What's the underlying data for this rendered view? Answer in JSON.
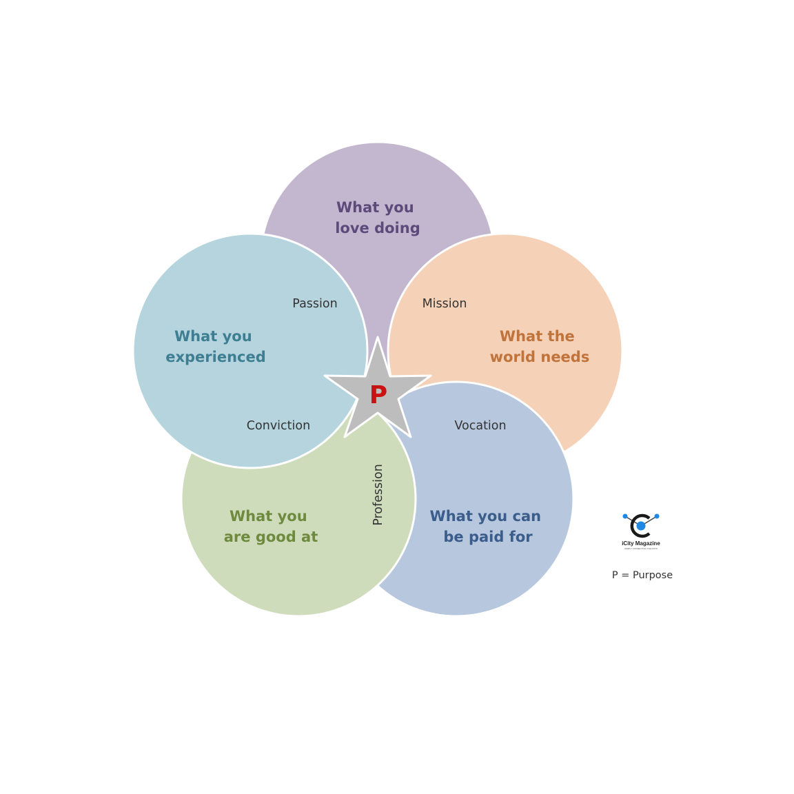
{
  "circles": {
    "love": {
      "line1": "What you",
      "line2": "love doing",
      "fill": "#b3a2c2",
      "text_color": "#5e4a7a"
    },
    "world": {
      "line1": "What the",
      "line2": "world needs",
      "fill": "#f1c5a3",
      "text_color": "#c0733a"
    },
    "paid": {
      "line1": "What you can",
      "line2": "be paid for",
      "fill": "#a3b8d6",
      "text_color": "#3a5d8c"
    },
    "good": {
      "line1": "What you",
      "line2": "are good at",
      "fill": "#c2d3a8",
      "text_color": "#6d8a3e"
    },
    "experienced": {
      "line1": "What you",
      "line2": "experienced",
      "fill": "#a1c9d6",
      "text_color": "#3d7e92"
    }
  },
  "overlaps": {
    "passion": "Passion",
    "mission": "Mission",
    "vocation": "Vocation",
    "profession": "Profession",
    "conviction": "Conviction"
  },
  "star": {
    "letter": "P",
    "fill": "#bdbdbd",
    "letter_color": "#cc1111"
  },
  "logo": {
    "name": "iCity Magazine",
    "tagline": "SIMPLY CONNECTING THE DOTS",
    "accent": "#1e88e5"
  },
  "legend": {
    "text": "P = Purpose"
  }
}
